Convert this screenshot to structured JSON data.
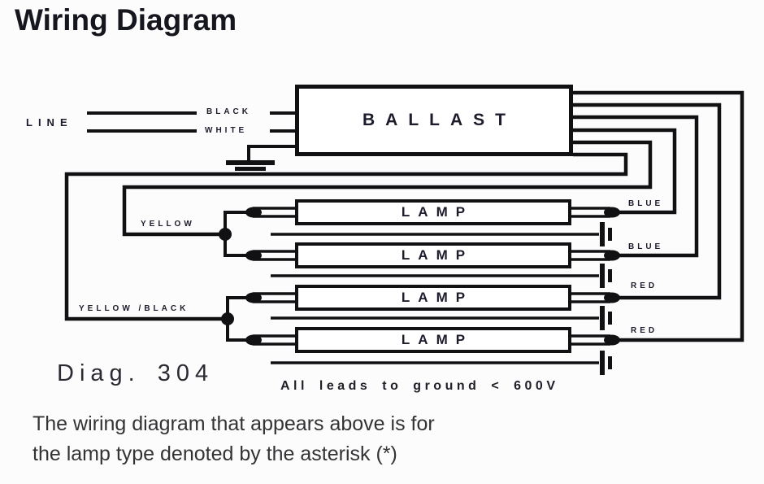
{
  "title": "Wiring Diagram",
  "diagram": {
    "line_label": "LINE",
    "input_wires": {
      "black": "BLACK",
      "white": "WHITE"
    },
    "ballast_label": "BALLAST",
    "lamp_labels": [
      "LAMP",
      "LAMP",
      "LAMP",
      "LAMP"
    ],
    "left_wires": {
      "yellow": "YELLOW",
      "yellow_black": "YELLOW /BLACK"
    },
    "right_wires": {
      "blue_top": "BLUE",
      "blue_bottom": "BLUE",
      "red_top": "RED",
      "red_bottom": "RED"
    },
    "diag_number": "Diag. 304",
    "ground_note": "All leads to ground < 600V"
  },
  "caption": {
    "line1": "The wiring diagram that appears above is for",
    "line2": "the lamp type denoted by the asterisk (*)"
  },
  "colors": {
    "ink": "#111114",
    "text": "#1c1c2c"
  }
}
